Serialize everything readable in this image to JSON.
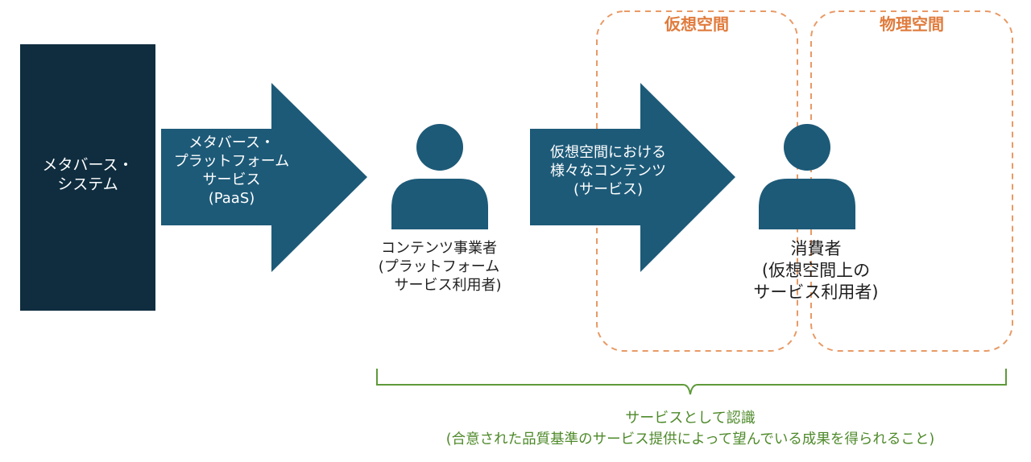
{
  "colors": {
    "dark_box": "#0f2d3f",
    "arrow": "#1d5a78",
    "person": "#1d5a78",
    "zone_border": "#e89a66",
    "zone_label": "#e07b3c",
    "brace": "#5e9a3a",
    "caption": "#4e8a2a"
  },
  "system_box": {
    "lines": [
      "メタバース・",
      "システム"
    ]
  },
  "arrow1": {
    "lines": [
      "メタバース・",
      "プラットフォーム",
      "サービス",
      "(PaaS)"
    ]
  },
  "business": {
    "icon": "person-icon",
    "lines": [
      "コンテンツ事業者",
      "(プラットフォーム",
      "サービス利用者)"
    ]
  },
  "arrow2": {
    "lines": [
      "仮想空間における",
      "様々なコンテンツ",
      "(サービス)"
    ]
  },
  "consumer": {
    "icon": "person-icon",
    "lines": [
      "消費者",
      "(仮想空間上の",
      "サービス利用者)"
    ]
  },
  "zones": {
    "virtual": "仮想空間",
    "physical": "物理空間"
  },
  "recognition": {
    "line1": "サービスとして認識",
    "line2": "(合意された品質基準のサービス提供によって望んでいる成果を得られること)"
  }
}
